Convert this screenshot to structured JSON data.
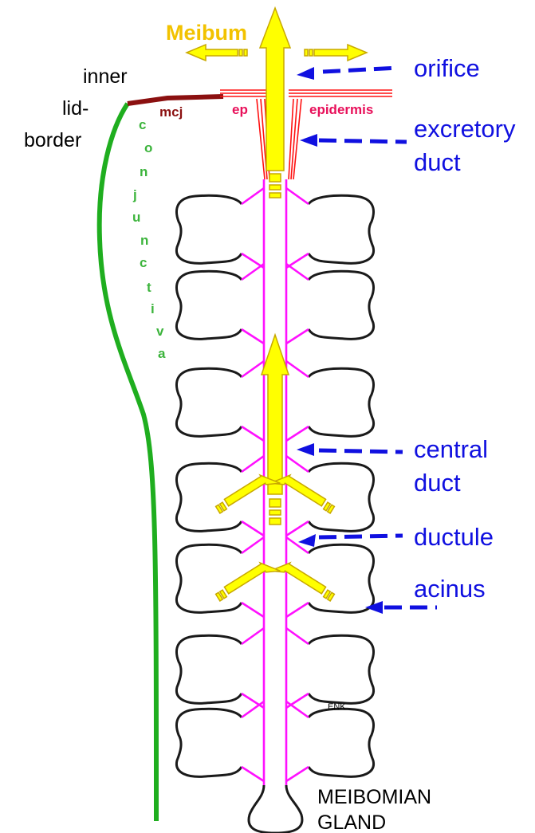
{
  "labels": {
    "meibum": "Meibum",
    "inner": "inner",
    "lid": "lid-",
    "border": "border",
    "mcj": "mcj",
    "ep": "ep",
    "epidermis": "epidermis",
    "orifice": "orifice",
    "excretory_1": "excretory",
    "excretory_2": "duct",
    "conjunctiva_letters": [
      "c",
      "o",
      "n",
      "j",
      "u",
      "n",
      "c",
      "t",
      "i",
      "v",
      "a"
    ],
    "central_1": "central",
    "central_2": "duct",
    "ductule": "ductule",
    "acinus": "acinus",
    "enk": "ENK",
    "gland_1": "MEIBOMIAN",
    "gland_2": "GLAND"
  },
  "colors": {
    "meibum": "#f2c200",
    "arrow_fill": "#ffff00",
    "arrow_stroke": "#c8a800",
    "conjunctiva": "#1fae1f",
    "conjunctiva_text": "#3cb43c",
    "mcj": "#8b1010",
    "epidermis": "#e8105a",
    "epidermis_lines": "#ff1010",
    "duct": "#ff10ff",
    "acinus": "#1a1a1a",
    "pointer": "#1010e0",
    "text": "#000000"
  }
}
